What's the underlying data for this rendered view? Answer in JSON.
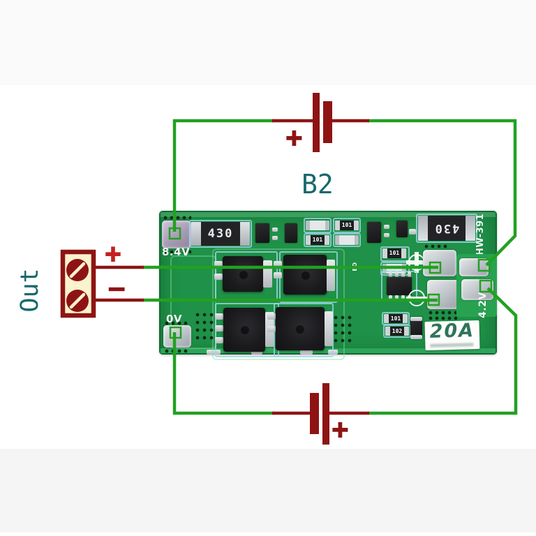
{
  "schematic": {
    "battery_pack_label": "B2",
    "output_label": "Out",
    "output_terminal": {
      "plus": "+",
      "minus": "−"
    },
    "battery_top": {
      "polarity_label": "+"
    },
    "battery_bottom": {
      "polarity_label": "+"
    },
    "colors": {
      "wire_green": "#22a121",
      "schematic_red": "#8e1414",
      "accent_red": "#c42020",
      "label_teal": "#17696d"
    }
  },
  "board": {
    "model_silkscreen": "HW-391",
    "current_rating": "20A",
    "pad_labels": {
      "b_plus": "8.4V",
      "b_minus": "0V",
      "b_mid": "4.2V"
    },
    "components": {
      "resistor_430": "430",
      "resistor_101": "101",
      "resistor_102": "102",
      "marking_ed": "ED"
    },
    "colors": {
      "pcb_green": "#1f9148",
      "silkscreen": "#ffffff"
    }
  }
}
